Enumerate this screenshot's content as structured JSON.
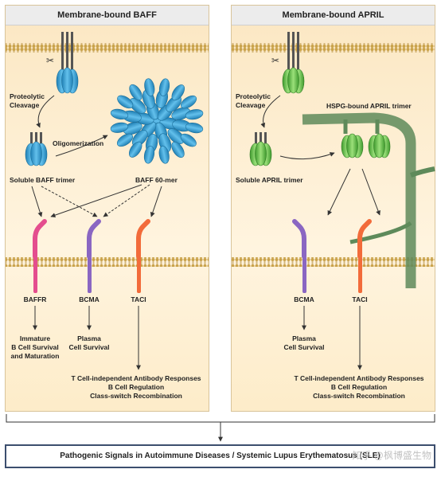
{
  "left_panel": {
    "title": "Membrane-bound BAFF",
    "proteolytic_cleavage": "Proteolytic\nCleavage",
    "oligomerization": "Oligomerization",
    "soluble_trimer": "Soluble BAFF trimer",
    "sixty_mer": "BAFF 60-mer",
    "receptors": [
      "BAFFR",
      "BCMA",
      "TACI"
    ],
    "outcomes": [
      "Immature\nB Cell Survival\nand Maturation",
      "Plasma\nCell Survival",
      "T Cell-independent Antibody Responses\nB Cell Regulation\nClass-switch Recombination"
    ]
  },
  "right_panel": {
    "title": "Membrane-bound APRIL",
    "proteolytic_cleavage": "Proteolytic\nCleavage",
    "hspg_trimer": "HSPG-bound APRIL trimer",
    "soluble_trimer": "Soluble APRIL trimer",
    "receptors": [
      "BCMA",
      "TACI"
    ],
    "outcomes": [
      "Plasma\nCell Survival",
      "T Cell-independent Antibody Responses\nB Cell Regulation\nClass-switch Recombination"
    ]
  },
  "bottom": {
    "text": "Pathogenic Signals in Autoimmune Diseases / Systemic Lupus Erythematosus (SLE)",
    "watermark": "知乎 @枫博盛生物"
  },
  "colors": {
    "baff_blue": "#3a9fd1",
    "april_green": "#6cc24a",
    "baffr_pink": "#e44d8e",
    "bcma_purple": "#8a66c2",
    "taci_orange": "#f26b3a",
    "hspg_green": "#5e8a5a",
    "membrane": "#c9a24a"
  }
}
